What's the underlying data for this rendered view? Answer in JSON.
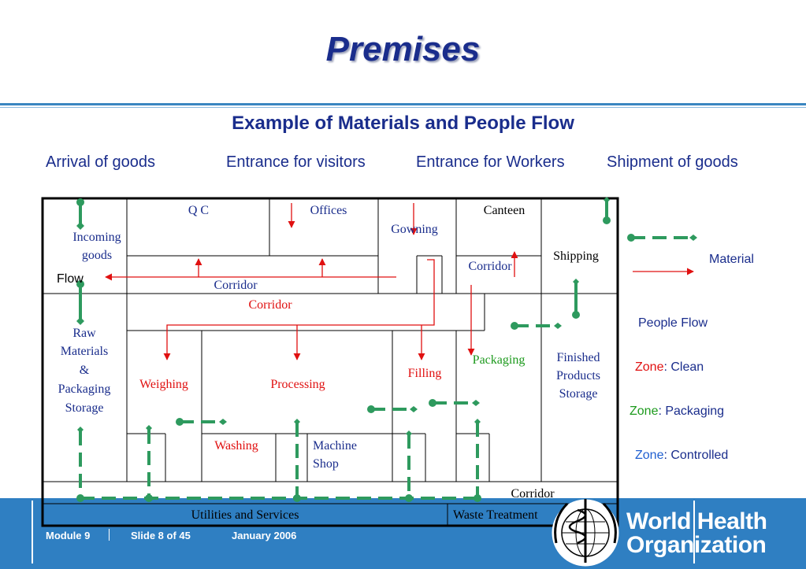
{
  "title": "Premises",
  "subtitle": "Example of Materials and People Flow",
  "headers": {
    "arrival": "Arrival of goods",
    "visitors": "Entrance for visitors",
    "workers": "Entrance for Workers",
    "shipment": "Shipment of goods"
  },
  "rooms": {
    "qc": "Q C",
    "offices": "Offices",
    "gowning": "Gowning",
    "canteen": "Canteen",
    "shipping": "Shipping",
    "incoming_line1": "Incoming",
    "incoming_line2": "goods",
    "corridor_upper": "Corridor",
    "corridor_right": "Corridor",
    "corridor_red": "Corridor",
    "raw_line1": "Raw",
    "raw_line2": "Materials",
    "raw_line3": "&",
    "raw_line4": "Packaging",
    "raw_line5": "Storage",
    "weighing": "Weighing",
    "processing": "Processing",
    "filling": "Filling",
    "packaging": "Packaging",
    "finished_line1": "Finished",
    "finished_line2": "Products",
    "finished_line3": "Storage",
    "washing": "Washing",
    "machine_line1": "Machine",
    "machine_line2": "Shop",
    "corridor_bottom": "Corridor",
    "utilities": "Utilities and Services",
    "waste": "Waste Treatment"
  },
  "legend": {
    "material": "Material",
    "flow": "Flow",
    "people": "People Flow",
    "zone_word": "Zone",
    "clean": ": Clean",
    "packaging": ": Packaging",
    "controlled": ": Controlled"
  },
  "colors": {
    "navy": "#1a2d8c",
    "material_red": "#e01010",
    "people_green": "#2e9a5e",
    "zone_clean": "#e01010",
    "zone_packaging": "#1d9a1d",
    "zone_controlled": "#1f5fd0",
    "footer_blue": "#2f7fc2"
  },
  "footer": {
    "module": "Module 9",
    "slide": "Slide 8 of 45",
    "date": "January 2006",
    "org_line1": "World Health",
    "org_line2": "Organization"
  }
}
